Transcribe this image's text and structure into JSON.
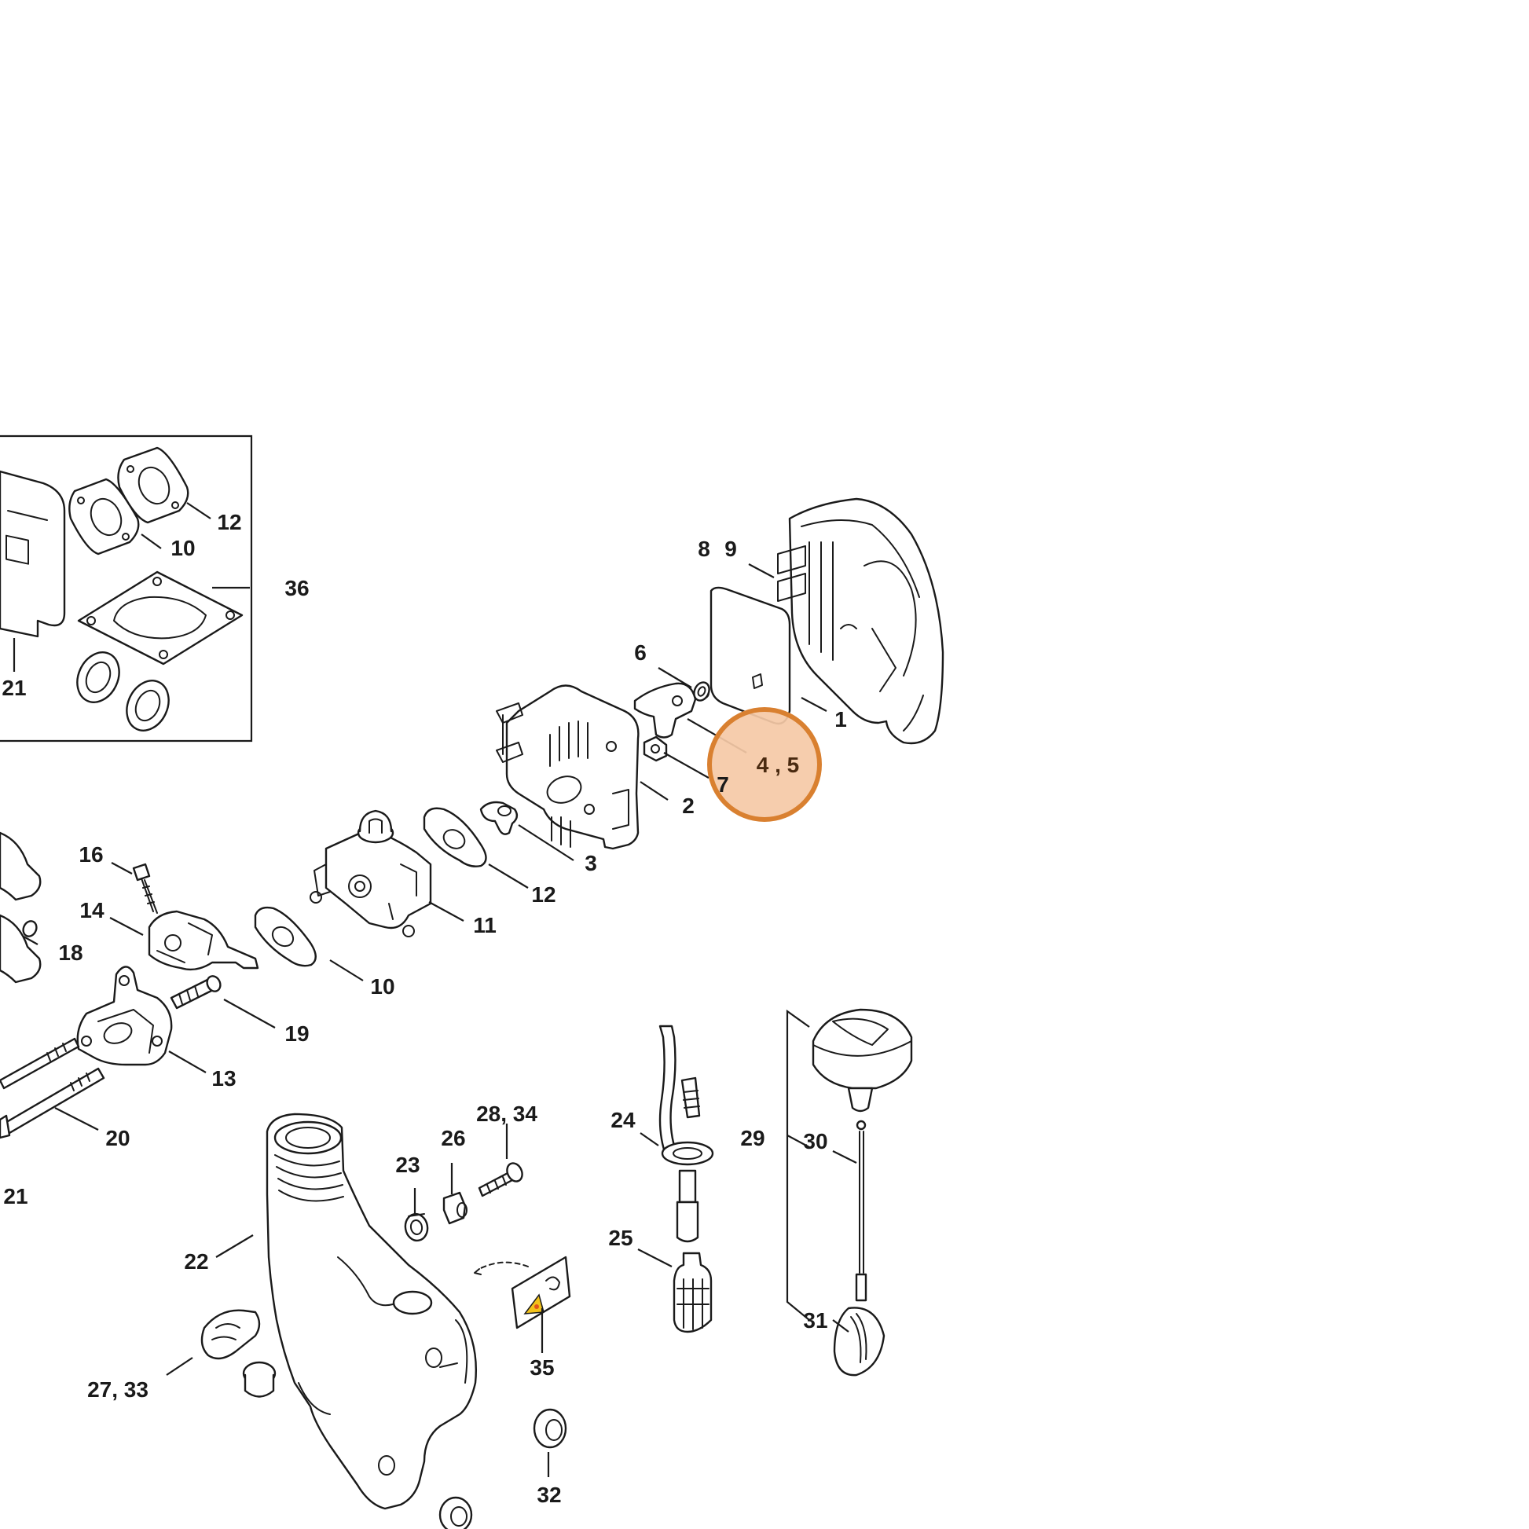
{
  "diagram": {
    "highlight": {
      "label": "4 , 5",
      "fill_color": "#f5c9a6",
      "ring_color": "#d98030"
    },
    "callouts": {
      "c1": "1",
      "c2": "2",
      "c3": "3",
      "c6": "6",
      "c7": "7",
      "c8": "8",
      "c9": "9",
      "c10a": "10",
      "c10b": "10",
      "c11": "11",
      "c12a": "12",
      "c12b": "12",
      "c13": "13",
      "c14": "14",
      "c16": "16",
      "c18": "18",
      "c19": "19",
      "c20": "20",
      "c21a": "21",
      "c21b": "21",
      "c22": "22",
      "c23": "23",
      "c24": "24",
      "c25": "25",
      "c26": "26",
      "c27_33": "27, 33",
      "c28_34": "28, 34",
      "c29": "29",
      "c30": "30",
      "c31": "31",
      "c32": "32",
      "c35": "35",
      "c36": "36"
    },
    "line_color": "#1a1a1a",
    "warning_colors": {
      "fill": "#f2c21b",
      "accent": "#e0541c"
    }
  }
}
